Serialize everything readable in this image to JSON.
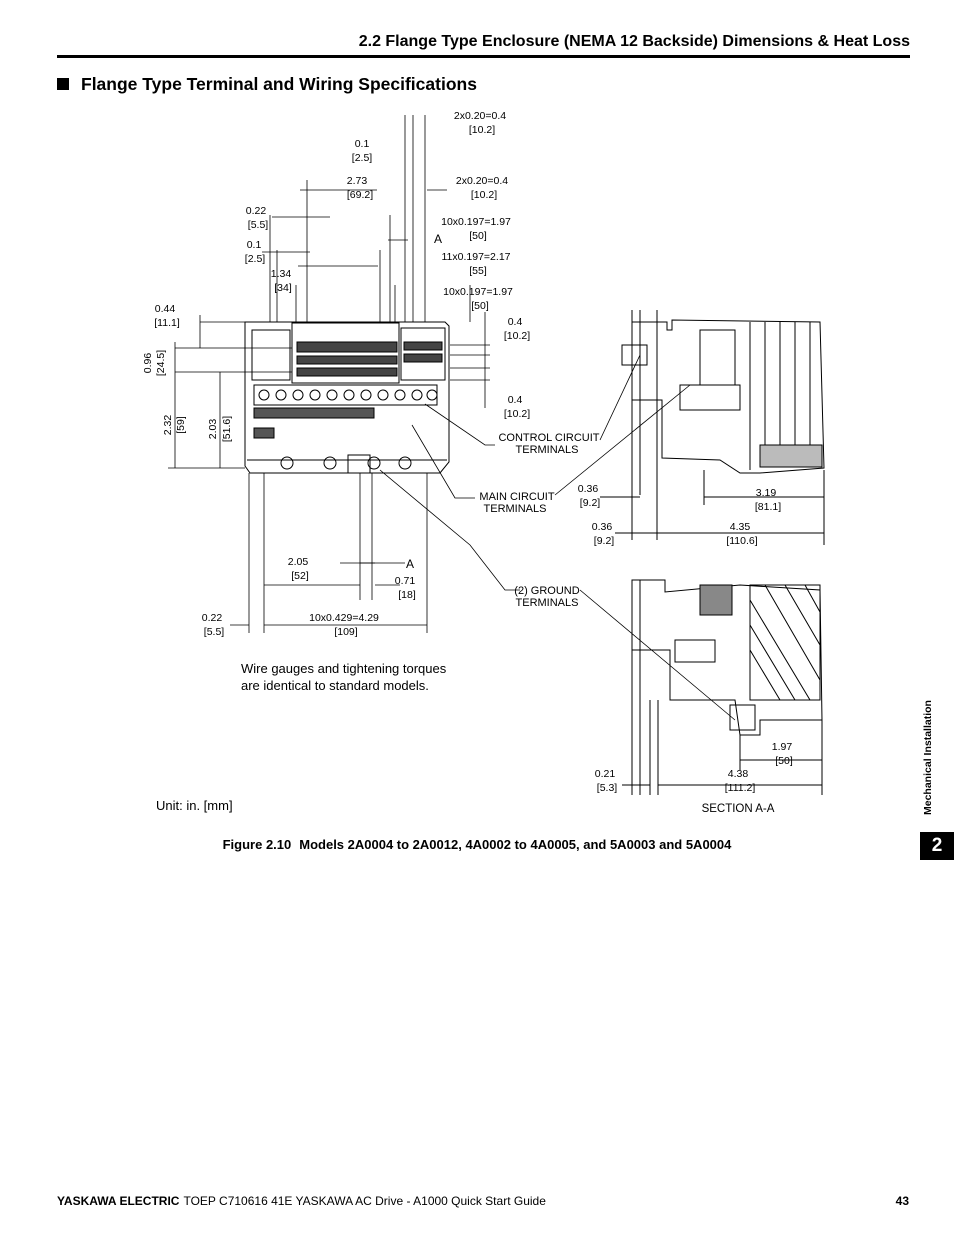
{
  "header": {
    "title": "2.2 Flange Type Enclosure (NEMA 12 Backside) Dimensions & Heat Loss"
  },
  "section": {
    "heading": "Flange Type Terminal and Wiring Specifications"
  },
  "figure": {
    "dims": {
      "d01a": "2x0.20=0.4",
      "d01b": "[10.2]",
      "d02a": "0.1",
      "d02b": "[2.5]",
      "d03a": "2.73",
      "d03b": "[69.2]",
      "d04a": "2x0.20=0.4",
      "d04b": "[10.2]",
      "d05a": "0.22",
      "d05b": "[5.5]",
      "d06a": "10x0.197=1.97",
      "d06b": "[50]",
      "d07a": "0.1",
      "d07b": "[2.5]",
      "d08a": "11x0.197=2.17",
      "d08b": "[55]",
      "d09a": "1.34",
      "d09b": "[34]",
      "d10a": "10x0.197=1.97",
      "d10b": "[50]",
      "d11a": "0.44",
      "d11b": "[11.1]",
      "d12a": "0.4",
      "d12b": "[10.2]",
      "d13a": "0.96",
      "d13b": "[24.5]",
      "d14a": "0.4",
      "d14b": "[10.2]",
      "d15a": "2.32",
      "d15b": "[59]",
      "d16a": "2.03",
      "d16b": "[51.6]",
      "d17a": "0.36",
      "d17b": "[9.2]",
      "d18a": "3.19",
      "d18b": "[81.1]",
      "d19a": "0.36",
      "d19b": "[9.2]",
      "d20a": "4.35",
      "d20b": "[110.6]",
      "d21a": "2.05",
      "d21b": "[52]",
      "d22a": "0.71",
      "d22b": "[18]",
      "d23a": "0.22",
      "d23b": "[5.5]",
      "d24a": "10x0.429=4.29",
      "d24b": "[109]",
      "d25a": "1.97",
      "d25b": "[50]",
      "d26a": "0.21",
      "d26b": "[5.3]",
      "d27a": "4.38",
      "d27b": "[111.2]"
    },
    "section_mark": "A",
    "control_terminals": [
      "CONTROL CIRCUIT",
      "TERMINALS"
    ],
    "main_terminals": [
      "MAIN CIRCUIT",
      "TERMINALS"
    ],
    "ground_terminals": [
      "(2) GROUND",
      "TERMINALS"
    ],
    "note_line1": "Wire gauges and tightening torques",
    "note_line2": "are identical to standard models.",
    "unit": "Unit: in. [mm]",
    "section_label": "SECTION A-A"
  },
  "caption": {
    "label": "Figure 2.10",
    "text": "Models 2A0004 to 2A0012, 4A0002 to 4A0005, and 5A0003 and 5A0004"
  },
  "side_tab": {
    "label": "Mechanical Installation",
    "chapter": "2"
  },
  "footer": {
    "brand": "YASKAWA ELECTRIC",
    "doc": "TOEP C710616 41E YASKAWA AC Drive - A1000 Quick Start Guide",
    "page": "43"
  }
}
